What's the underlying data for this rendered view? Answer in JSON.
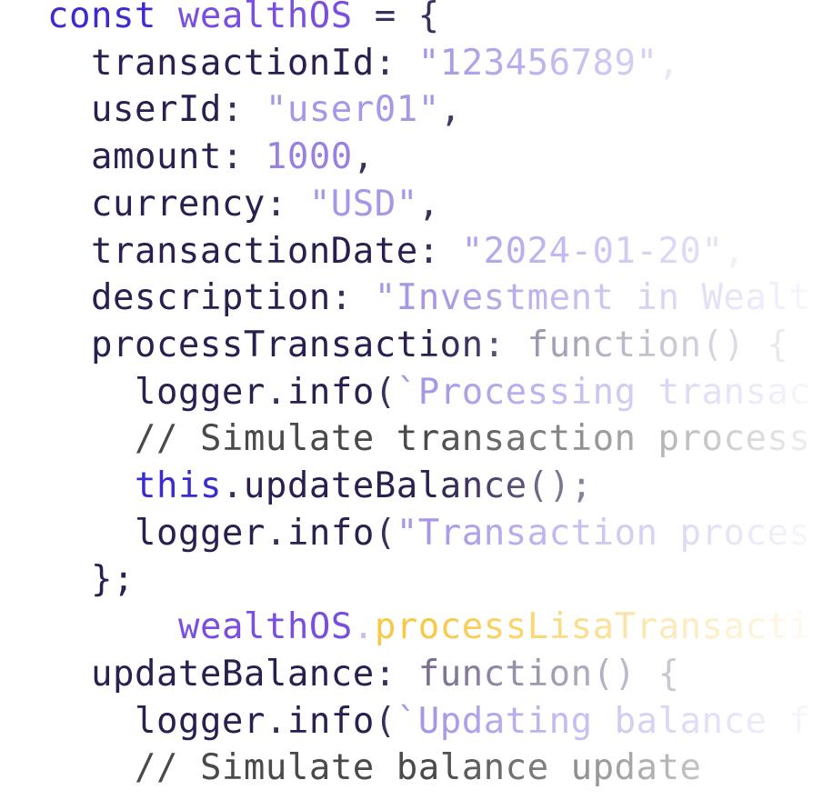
{
  "lines": [
    {
      "indent": 0,
      "tokens": [
        {
          "t": "const ",
          "c": "c-kw"
        },
        {
          "t": "wealthOS",
          "c": "c-var"
        },
        {
          "t": " = {",
          "c": "c-punc"
        }
      ]
    },
    {
      "indent": 1,
      "tokens": [
        {
          "t": "transactionId",
          "c": "c-key"
        },
        {
          "t": ": ",
          "c": "c-punc"
        },
        {
          "t": "\"123456789\"",
          "c": "c-str"
        },
        {
          "t": ",",
          "c": "c-dim"
        }
      ]
    },
    {
      "indent": 1,
      "tokens": [
        {
          "t": "userId",
          "c": "c-key"
        },
        {
          "t": ": ",
          "c": "c-punc"
        },
        {
          "t": "\"user01\"",
          "c": "c-str"
        },
        {
          "t": ",",
          "c": "c-punc"
        }
      ]
    },
    {
      "indent": 1,
      "tokens": [
        {
          "t": "amount",
          "c": "c-key"
        },
        {
          "t": ": ",
          "c": "c-punc"
        },
        {
          "t": "1000",
          "c": "c-num"
        },
        {
          "t": ",",
          "c": "c-punc"
        }
      ]
    },
    {
      "indent": 1,
      "tokens": [
        {
          "t": "currency",
          "c": "c-key"
        },
        {
          "t": ": ",
          "c": "c-punc"
        },
        {
          "t": "\"USD\"",
          "c": "c-str"
        },
        {
          "t": ",",
          "c": "c-punc"
        }
      ]
    },
    {
      "indent": 1,
      "tokens": [
        {
          "t": "transactionDate",
          "c": "c-key"
        },
        {
          "t": ": ",
          "c": "c-punc"
        },
        {
          "t": "\"2024-01-20\"",
          "c": "c-str"
        },
        {
          "t": ",",
          "c": "c-dim"
        }
      ]
    },
    {
      "indent": 1,
      "tokens": [
        {
          "t": "description",
          "c": "c-key"
        },
        {
          "t": ": ",
          "c": "c-punc"
        },
        {
          "t": "\"Investment in Wealt",
          "c": "c-str"
        }
      ]
    },
    {
      "indent": 1,
      "tokens": [
        {
          "t": "processTransaction",
          "c": "c-key"
        },
        {
          "t": ": ",
          "c": "c-punc"
        },
        {
          "t": "function",
          "c": "c-fn"
        },
        {
          "t": "() {",
          "c": "c-fn"
        }
      ]
    },
    {
      "indent": 2,
      "tokens": [
        {
          "t": "logger",
          "c": "c-key"
        },
        {
          "t": ".",
          "c": "c-punc"
        },
        {
          "t": "info",
          "c": "c-key"
        },
        {
          "t": "(",
          "c": "c-punc"
        },
        {
          "t": "`Processing transac",
          "c": "c-str"
        }
      ]
    },
    {
      "indent": 2,
      "tokens": [
        {
          "t": "// Simulate transaction process",
          "c": "c-cmt"
        }
      ]
    },
    {
      "indent": 2,
      "tokens": [
        {
          "t": "this",
          "c": "c-this"
        },
        {
          "t": ".",
          "c": "c-punc"
        },
        {
          "t": "updateBalance",
          "c": "c-key"
        },
        {
          "t": "();",
          "c": "c-punc"
        }
      ]
    },
    {
      "indent": 2,
      "tokens": [
        {
          "t": "logger",
          "c": "c-key"
        },
        {
          "t": ".",
          "c": "c-punc"
        },
        {
          "t": "info",
          "c": "c-key"
        },
        {
          "t": "(",
          "c": "c-punc"
        },
        {
          "t": "\"Transaction proces",
          "c": "c-str"
        }
      ]
    },
    {
      "indent": 1,
      "tokens": [
        {
          "t": "};",
          "c": "c-key"
        }
      ]
    },
    {
      "indent": 3,
      "tokens": [
        {
          "t": "wealthOS",
          "c": "c-var"
        },
        {
          "t": ".",
          "c": "c-dim"
        },
        {
          "t": "processLisaTransacti",
          "c": "c-gold"
        }
      ]
    },
    {
      "indent": 1,
      "tokens": [
        {
          "t": "updateBalance",
          "c": "c-key"
        },
        {
          "t": ": ",
          "c": "c-punc"
        },
        {
          "t": "function",
          "c": "c-fn"
        },
        {
          "t": "() {",
          "c": "c-fn"
        }
      ]
    },
    {
      "indent": 2,
      "tokens": [
        {
          "t": "logger",
          "c": "c-key"
        },
        {
          "t": ".",
          "c": "c-punc"
        },
        {
          "t": "info",
          "c": "c-key"
        },
        {
          "t": "(",
          "c": "c-punc"
        },
        {
          "t": "`Updating balance f",
          "c": "c-str"
        }
      ]
    },
    {
      "indent": 2,
      "tokens": [
        {
          "t": "// Simulate balance update",
          "c": "c-cmt"
        }
      ]
    }
  ]
}
